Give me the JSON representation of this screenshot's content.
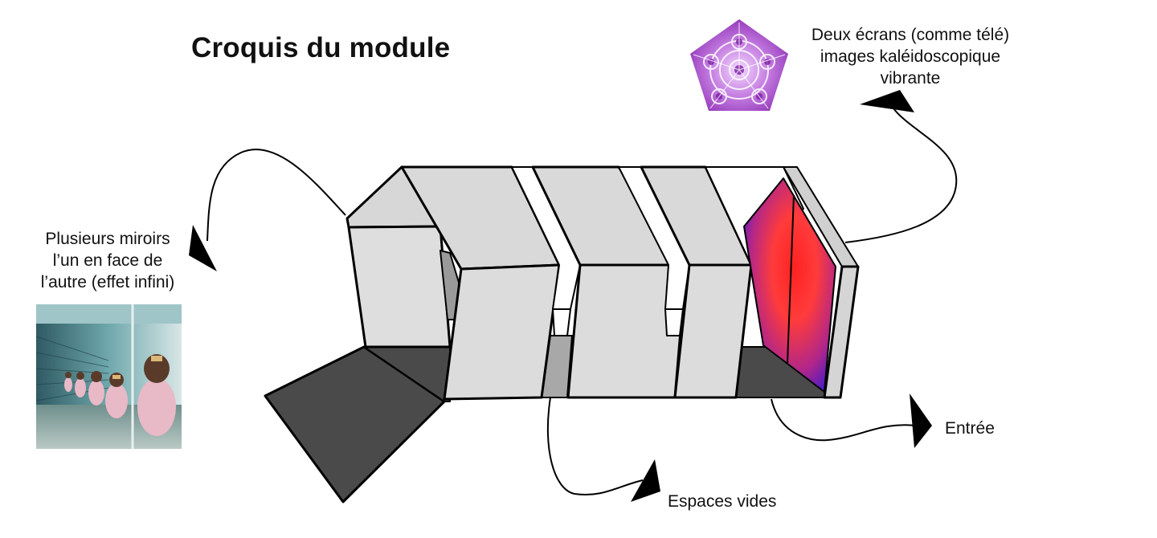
{
  "title": "Croquis du module",
  "labels": {
    "mirrors": [
      "Plusieurs miroirs",
      "l’un en face de",
      "l’autre (effet infini)"
    ],
    "screens": [
      "Deux écrans (comme télé)",
      "images kaléidoscopique",
      "vibrante"
    ],
    "entree": "Entrée",
    "espaces": "Espaces vides"
  },
  "images": {
    "mirror_photo": "infinite-mirror-photo",
    "kaleidoscope": "kaleidoscope-pentagon"
  },
  "colors": {
    "panel_light": "#dcdcdc",
    "panel_mid": "#b7b7b7",
    "floor_dark": "#4d4d4d",
    "screen_red": "#ff2a2a",
    "screen_blue": "#2b1bd6",
    "kaleido_purple": "#a64cc9"
  }
}
